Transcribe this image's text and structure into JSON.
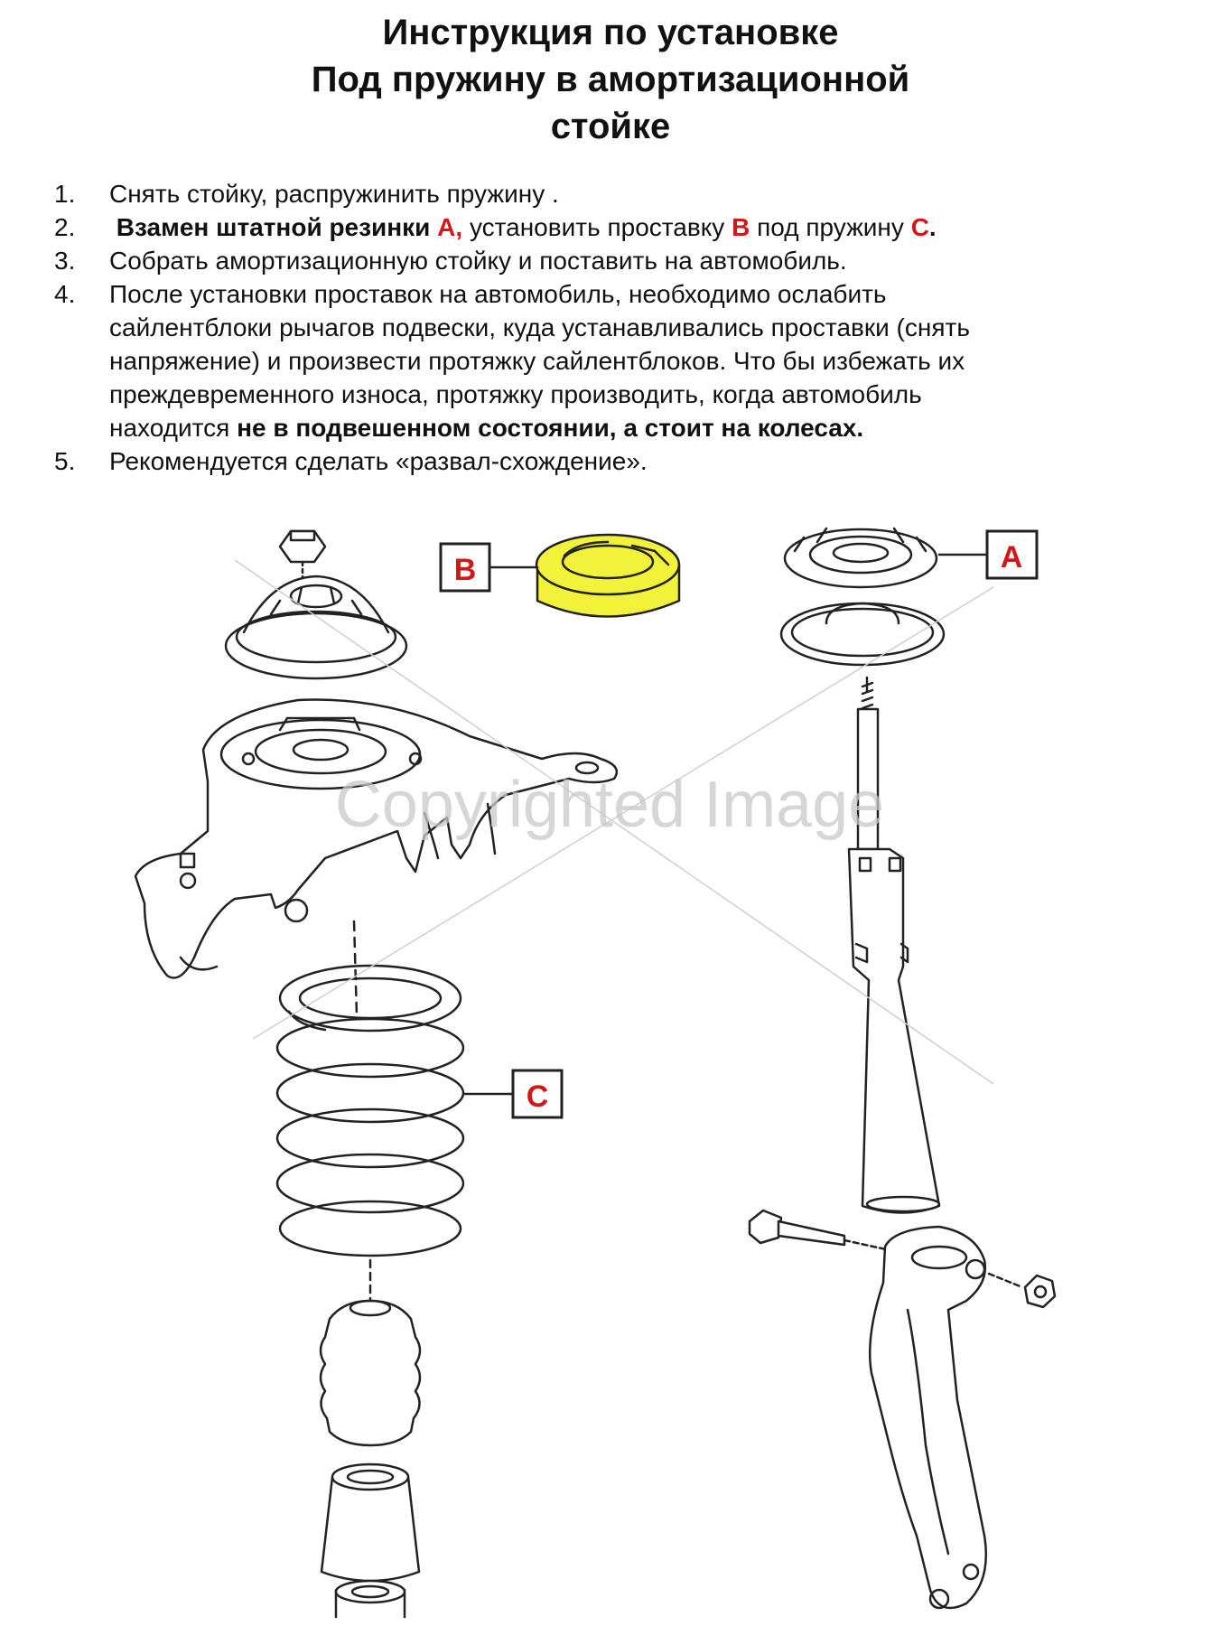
{
  "title": {
    "line1": "Инструкция по установке",
    "line2": "Под пружину в  амортизационной",
    "line3": "стойке"
  },
  "steps": [
    {
      "num": "1.",
      "text": "Снять стойку, распружинить пружину ."
    },
    {
      "num": "2.",
      "bold": "Взамен штатной резинки",
      "ref_a": "А,",
      "mid": " установить проставку",
      "ref_b": "В",
      "mid2": " под пружину",
      "ref_c": "С",
      "end": "."
    },
    {
      "num": "3.",
      "text": "Собрать амортизационную стойку и поставить на автомобиль."
    },
    {
      "num": "4.",
      "line1": "После установки проставок на автомобиль, необходимо ослабить",
      "line2": "сайлентблоки рычагов подвески, куда устанавливались проставки (снять",
      "line3": "напряжение) и произвести протяжку сайлентблоков. Что бы избежать их",
      "line4": "преждевременного износа, протяжку производить, когда автомобиль",
      "line5": "находится ",
      "line5_bold": "не в подвешенном состоянии, а стоит на колесах."
    },
    {
      "num": "5.",
      "text": "Рекомендуется сделать «развал-схождение»."
    }
  ],
  "labels": {
    "a": "A",
    "b": "B",
    "c": "C"
  },
  "watermark": "Copyrighted Image",
  "colors": {
    "accent_red": "#d01818",
    "spacer_yellow": "#f2f23a",
    "line": "#222222"
  }
}
